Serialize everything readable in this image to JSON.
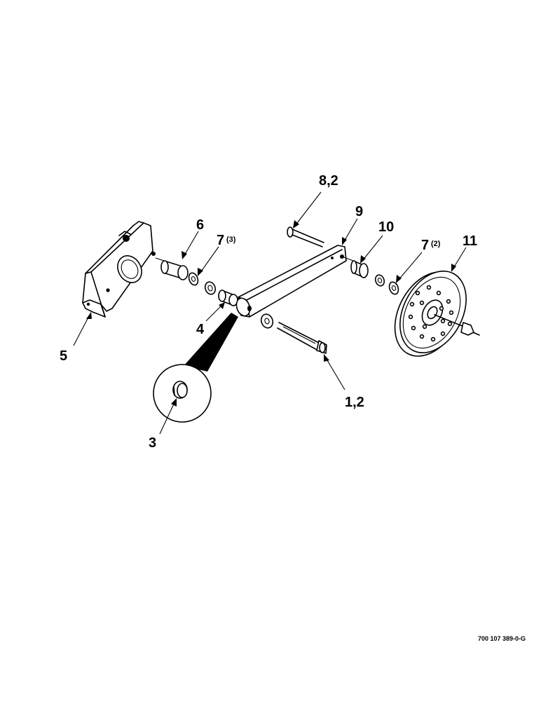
{
  "diagram": {
    "callouts": [
      {
        "id": "c-5",
        "label": "5"
      },
      {
        "id": "c-6",
        "label": "6"
      },
      {
        "id": "c-7a",
        "label": "7",
        "qty": "(3)"
      },
      {
        "id": "c-4",
        "label": "4"
      },
      {
        "id": "c-3",
        "label": "3"
      },
      {
        "id": "c-82",
        "label": "8,2"
      },
      {
        "id": "c-9",
        "label": "9"
      },
      {
        "id": "c-10",
        "label": "10"
      },
      {
        "id": "c-7b",
        "label": "7",
        "qty": "(2)"
      },
      {
        "id": "c-11",
        "label": "11"
      },
      {
        "id": "c-12",
        "label": "1,2"
      }
    ],
    "document_code": "700 107 389-0-G"
  }
}
